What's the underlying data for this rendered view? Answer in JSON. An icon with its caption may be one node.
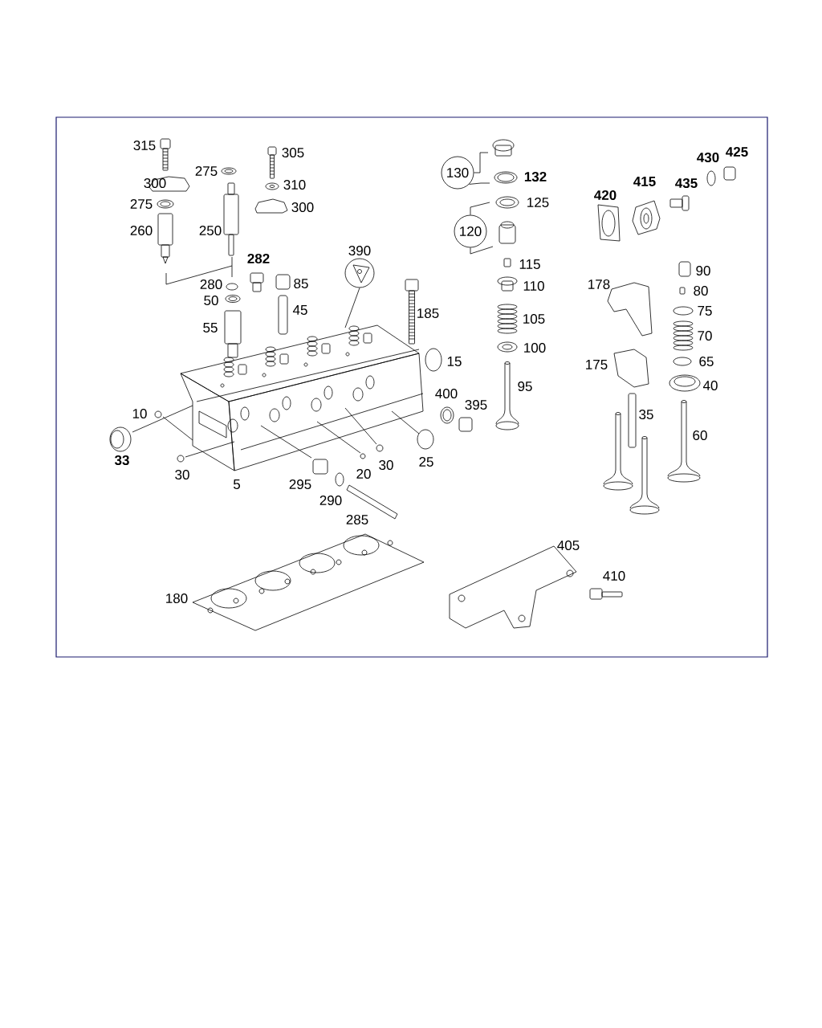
{
  "diagram": {
    "nodes": [
      {
        "text": [
          "130"
        ]
      },
      {
        "text": [
          "120"
        ]
      },
      {
        "text": [
          "390"
        ]
      }
    ],
    "edges": [
      {
        "from": 0,
        "to": null,
        "arrow": "none"
      },
      {
        "from": 0,
        "to": null,
        "arrow": "none"
      },
      {
        "from": 1,
        "to": null,
        "arrow": "none"
      },
      {
        "from": 1,
        "to": null,
        "arrow": "none"
      },
      {
        "from": 2,
        "to": null,
        "arrow": "none"
      }
    ],
    "labels": [
      "315",
      "305",
      "275",
      "300",
      "310",
      "275",
      "300",
      "260",
      "250",
      "282",
      "280",
      "85",
      "50",
      "45",
      "55",
      "185",
      "15",
      "10",
      "33",
      "30",
      "5",
      "295",
      "20",
      "30",
      "25",
      "400",
      "395",
      "290",
      "285",
      "180",
      "132",
      "125",
      "115",
      "110",
      "105",
      "100",
      "95",
      "420",
      "415",
      "435",
      "430",
      "425",
      "90",
      "80",
      "75",
      "70",
      "65",
      "40",
      "178",
      "175",
      "35",
      "60",
      "405",
      "410"
    ]
  }
}
